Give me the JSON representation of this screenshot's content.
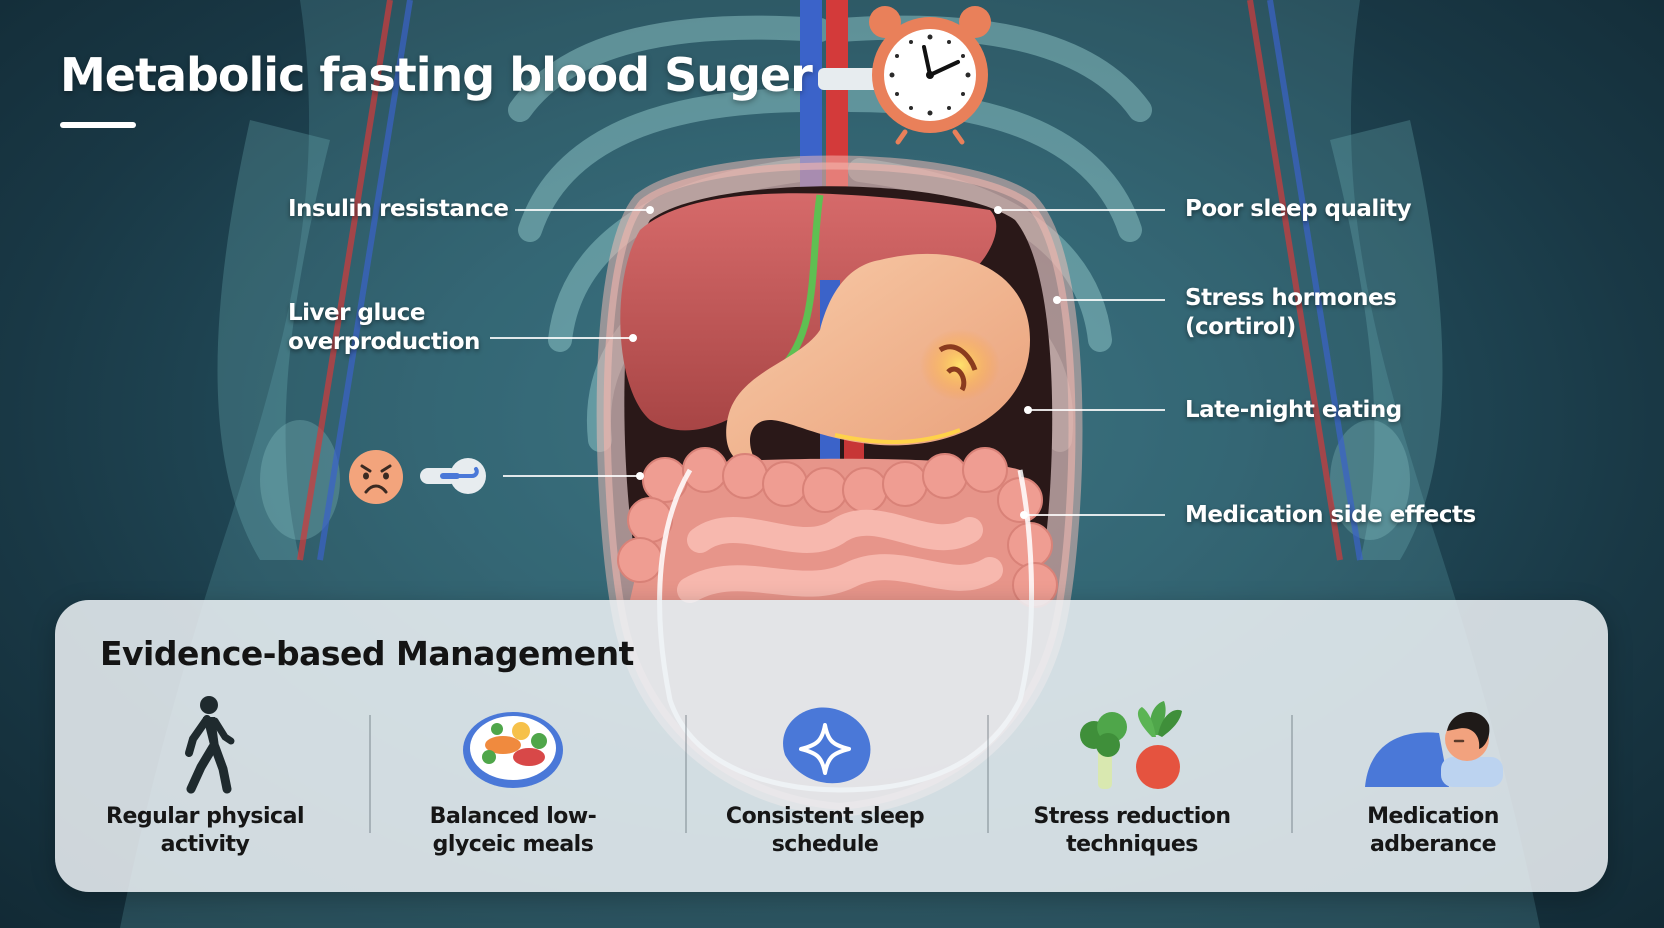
{
  "title": "Metabolic fasting blood Suger",
  "callouts": {
    "insulin": "Insulin resistance",
    "liver": "Liver gluce\noverproduction",
    "sleep": "Poor sleep quality",
    "stress": "Stress hormones\n(cortirol)",
    "late": "Late-night eating",
    "meds": "Medication side effects"
  },
  "icons": {
    "sad_face": "sad-face-icon",
    "pill": "pill-icon",
    "clock": "alarm-clock-icon"
  },
  "management": {
    "title": "Evidence-based Management",
    "items": [
      {
        "label": "Regular physical\nactivity",
        "icon": "walking-person-icon"
      },
      {
        "label": "Balanced low-\nglyceic meals",
        "icon": "food-plate-icon"
      },
      {
        "label": "Consistent sleep\nschedule",
        "icon": "sleep-star-icon"
      },
      {
        "label": "Stress reduction\ntechniques",
        "icon": "vegetables-icon"
      },
      {
        "label": "Medication\nadberance",
        "icon": "sleeping-person-icon"
      }
    ]
  },
  "colors": {
    "background": "#1d3e4c",
    "liver": "#c85c5c",
    "stomach": "#f2b48c",
    "intestine": "#e89a90",
    "panel": "#eef2f6",
    "accent_blue": "#4a78d8",
    "clock_orange": "#e9805a"
  }
}
